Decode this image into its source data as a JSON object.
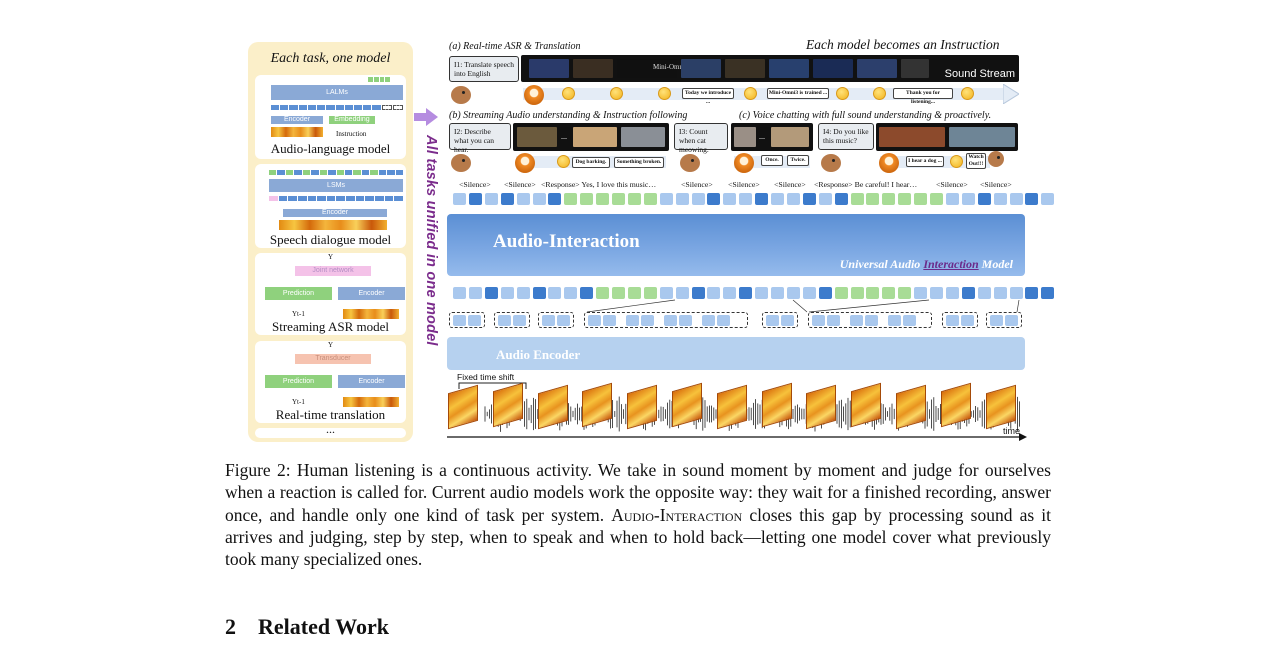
{
  "left_panel": {
    "title": "Each task, one model",
    "cards": [
      {
        "label": "Audio-language model",
        "top_bar": "LALMs",
        "encoder": "Encoder",
        "embedding": "Embedding",
        "instruction": "Instruction"
      },
      {
        "label": "Speech dialogue model",
        "top_bar": "LSMs",
        "encoder": "Encoder"
      },
      {
        "label": "Streaming ASR model",
        "top_text": "Y",
        "joint": "Joint network",
        "prediction": "Prediction",
        "encoder": "Encoder",
        "prev": "Yt-1"
      },
      {
        "label": "Real-time translation",
        "top_text": "Y",
        "transducer": "Transducer",
        "prediction": "Prediction",
        "encoder": "Encoder",
        "prev": "Yt-1"
      }
    ],
    "ellipsis": "..."
  },
  "vertical_text": "All tasks unified in one model",
  "figure": {
    "heading_right": "Each model becomes an Instruction",
    "panel_a": {
      "label": "(a)  Real-time ASR & Translation",
      "instruction": "I1: Translate speech into English",
      "video_title": "Mini-Omni3",
      "sound_stream": "Sound Stream",
      "bubbles": [
        "Today we introduce ...",
        "Mini-Omni3 is trained ...",
        "Thank you for listening..."
      ]
    },
    "panel_b": {
      "label": "(b)  Streaming Audio understanding & Instruction following",
      "instruction": "I2: Describe what you can hear.",
      "bubbles": [
        "Dog barking.",
        "Something broken."
      ]
    },
    "panel_c_instruction": "I3: Count when cat meowing.",
    "panel_c_bubbles": [
      "Once.",
      "Twice."
    ],
    "panel_d": {
      "label": "(c)  Voice chatting with full sound understanding & proactively.",
      "instruction": "I4: Do you like this music?",
      "bubbles": [
        "I hear a dog ...",
        "Watch Out!!!"
      ]
    },
    "sequence_labels": [
      "<Silence>",
      "<Silence>",
      "<Response> Yes, I love this music…",
      "<Silence>",
      "<Silence>",
      "<Silence>",
      "<Response> Be careful! I hear…",
      "<Silence>",
      "<Silence>"
    ],
    "audio_interaction": {
      "title": "Audio-Interaction",
      "subtitle_pre": "Universal Audio ",
      "subtitle_hl": "Interaction",
      "subtitle_post": " Model"
    },
    "audio_encoder": "Audio Encoder",
    "fixed_time_shift": "Fixed time shift",
    "time_label": "time"
  },
  "caption": {
    "prefix": "Figure 2: Human listening is a continuous activity. We take in sound moment by moment and judge for ourselves when a reaction is called for.  Current audio models work the opposite way:  they wait for a finished recording, answer once, and handle only one kind of task per system.",
    "smallcaps": "Audio-Interaction",
    "suffix": "closes this gap by processing sound as it arrives and judging, step by step, when to speak and when to hold back—letting one model cover what previously took many specialized ones."
  },
  "section": {
    "number": "2",
    "title": "Related Work"
  },
  "colors": {
    "panel_bg": "#fbefc9",
    "accent_purple": "#7b2c8c",
    "blue_token": "#5b8fd4",
    "light_token": "#a9c8ee",
    "green_token": "#8fd17d"
  }
}
